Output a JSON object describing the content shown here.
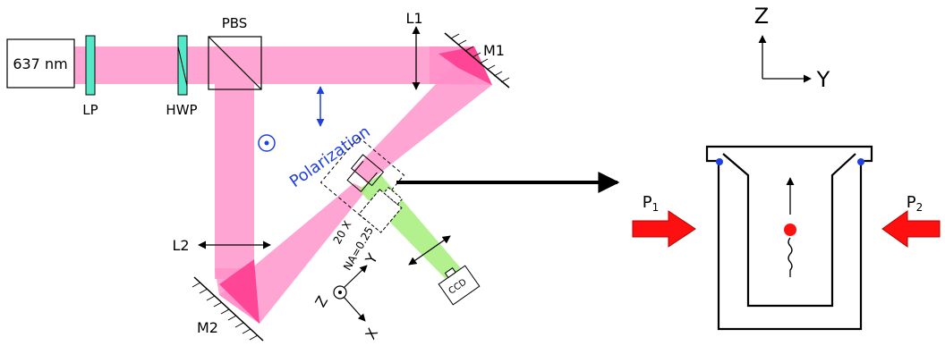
{
  "labels": {
    "laser": "637 nm",
    "lp": "LP",
    "hwp": "HWP",
    "pbs": "PBS",
    "l1": "L1",
    "l2": "L2",
    "m1": "M1",
    "m2": "M2",
    "polarization": "Polarization",
    "objective_mag": "20 X",
    "objective_na": "NA=0.25",
    "ccd": "CCD",
    "axis_z_local": "Z",
    "axis_y_local": "Y",
    "axis_x_local": "X",
    "axis_z_frame": "Z",
    "axis_y_frame": "Y",
    "p1_main": "P",
    "p1_sub": "1",
    "p2_main": "P",
    "p2_sub": "2"
  },
  "colors": {
    "beam": "#ff8fc8",
    "beam_overlap": "#ff3d90",
    "fluorescence": "#a6ee7a",
    "filter": "#55e8c8",
    "polarization_text": "#1f3fe0",
    "force_arrow": "#ff1010",
    "particle": "#ff1010",
    "contact_dot": "#1f3fe0"
  }
}
